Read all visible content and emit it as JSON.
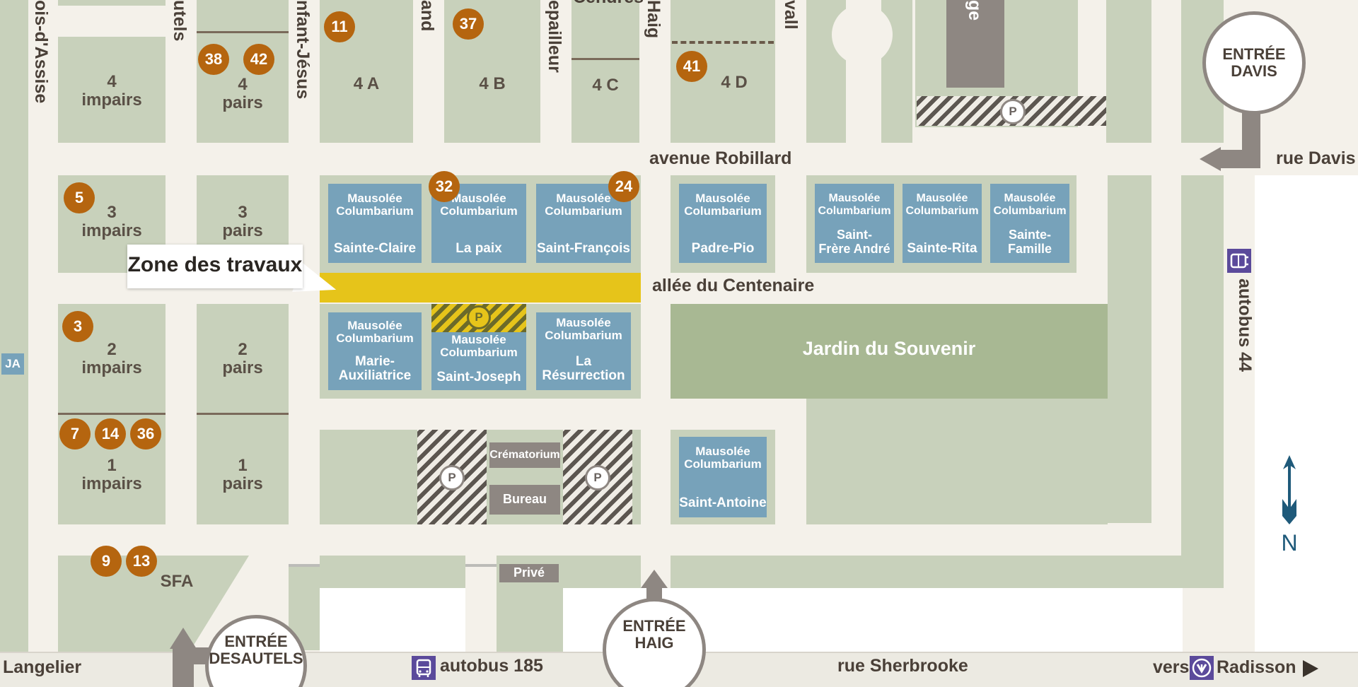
{
  "streets": {
    "avenue_robillard": "avenue Robillard",
    "allee_centenaire": "allée du Centenaire",
    "rue_davis": "rue Davis",
    "rue_sherbrooke": "rue Sherbrooke",
    "langelier": "Langelier",
    "autobus_185": "autobus 185",
    "autobus_44": "autobus 44",
    "vers": "vers",
    "radisson": "Radisson",
    "prive": "Privé",
    "francois_assise": "ois-d'Assise",
    "desautels": "utels",
    "enfant_jesus": "nfant-Jésus",
    "and": "and",
    "lepailleur": "epailleur",
    "cendres": "Cendres",
    "haig": "Haig",
    "vall": "vall",
    "ge": "ge"
  },
  "sections": {
    "s4i": "4\nimpairs",
    "s4p": "4\npairs",
    "s4a": "4 A",
    "s4b": "4 B",
    "s4c": "4 C",
    "s4d": "4 D",
    "s3i": "3\nimpairs",
    "s3p": "3\npairs",
    "s2i": "2\nimpairs",
    "s2p": "2\npairs",
    "s1i": "1\nimpairs",
    "s1p": "1\npairs",
    "sfa": "SFA",
    "ja": "JA"
  },
  "mausoleum_title": "Mausolée\nColumbarium",
  "mausoleums": {
    "sainte_claire": "Sainte-Claire",
    "la_paix": "La paix",
    "saint_francois": "Saint-François",
    "padre_pio": "Padre-Pio",
    "frere_andre": "Saint-\nFrère André",
    "sainte_rita": "Sainte-Rita",
    "sainte_famille": "Sainte-\nFamille",
    "marie_aux": "Marie-\nAuxiliatrice",
    "saint_joseph": "Saint-Joseph",
    "resurrection": "La Résurrection",
    "saint_antoine": "Saint-Antoine"
  },
  "buildings": {
    "crematorium": "Crématorium",
    "bureau": "Bureau"
  },
  "garden": "Jardin du Souvenir",
  "works_zone": "Zone des travaux",
  "entries": {
    "davis": "ENTRÉE\nDAVIS",
    "desautels": "ENTRÉE\nDESAUTELS",
    "haig": "ENTRÉE\nHAIG"
  },
  "parking_label": "P",
  "north_label": "N",
  "markers": [
    "11",
    "37",
    "38",
    "42",
    "41",
    "5",
    "32",
    "24",
    "3",
    "7",
    "14",
    "36",
    "9",
    "13"
  ],
  "colors": {
    "block": "#c8d1bb",
    "garden": "#a8b893",
    "mausoleum": "#77a2ba",
    "marker": "#b5650f",
    "works": "#e6c41a",
    "metro": "#5b4a9b",
    "north": "#1f5a7a"
  },
  "icons": [
    "bus-icon",
    "metro-icon",
    "parking-icon",
    "north-arrow-icon",
    "play-arrow-icon"
  ]
}
